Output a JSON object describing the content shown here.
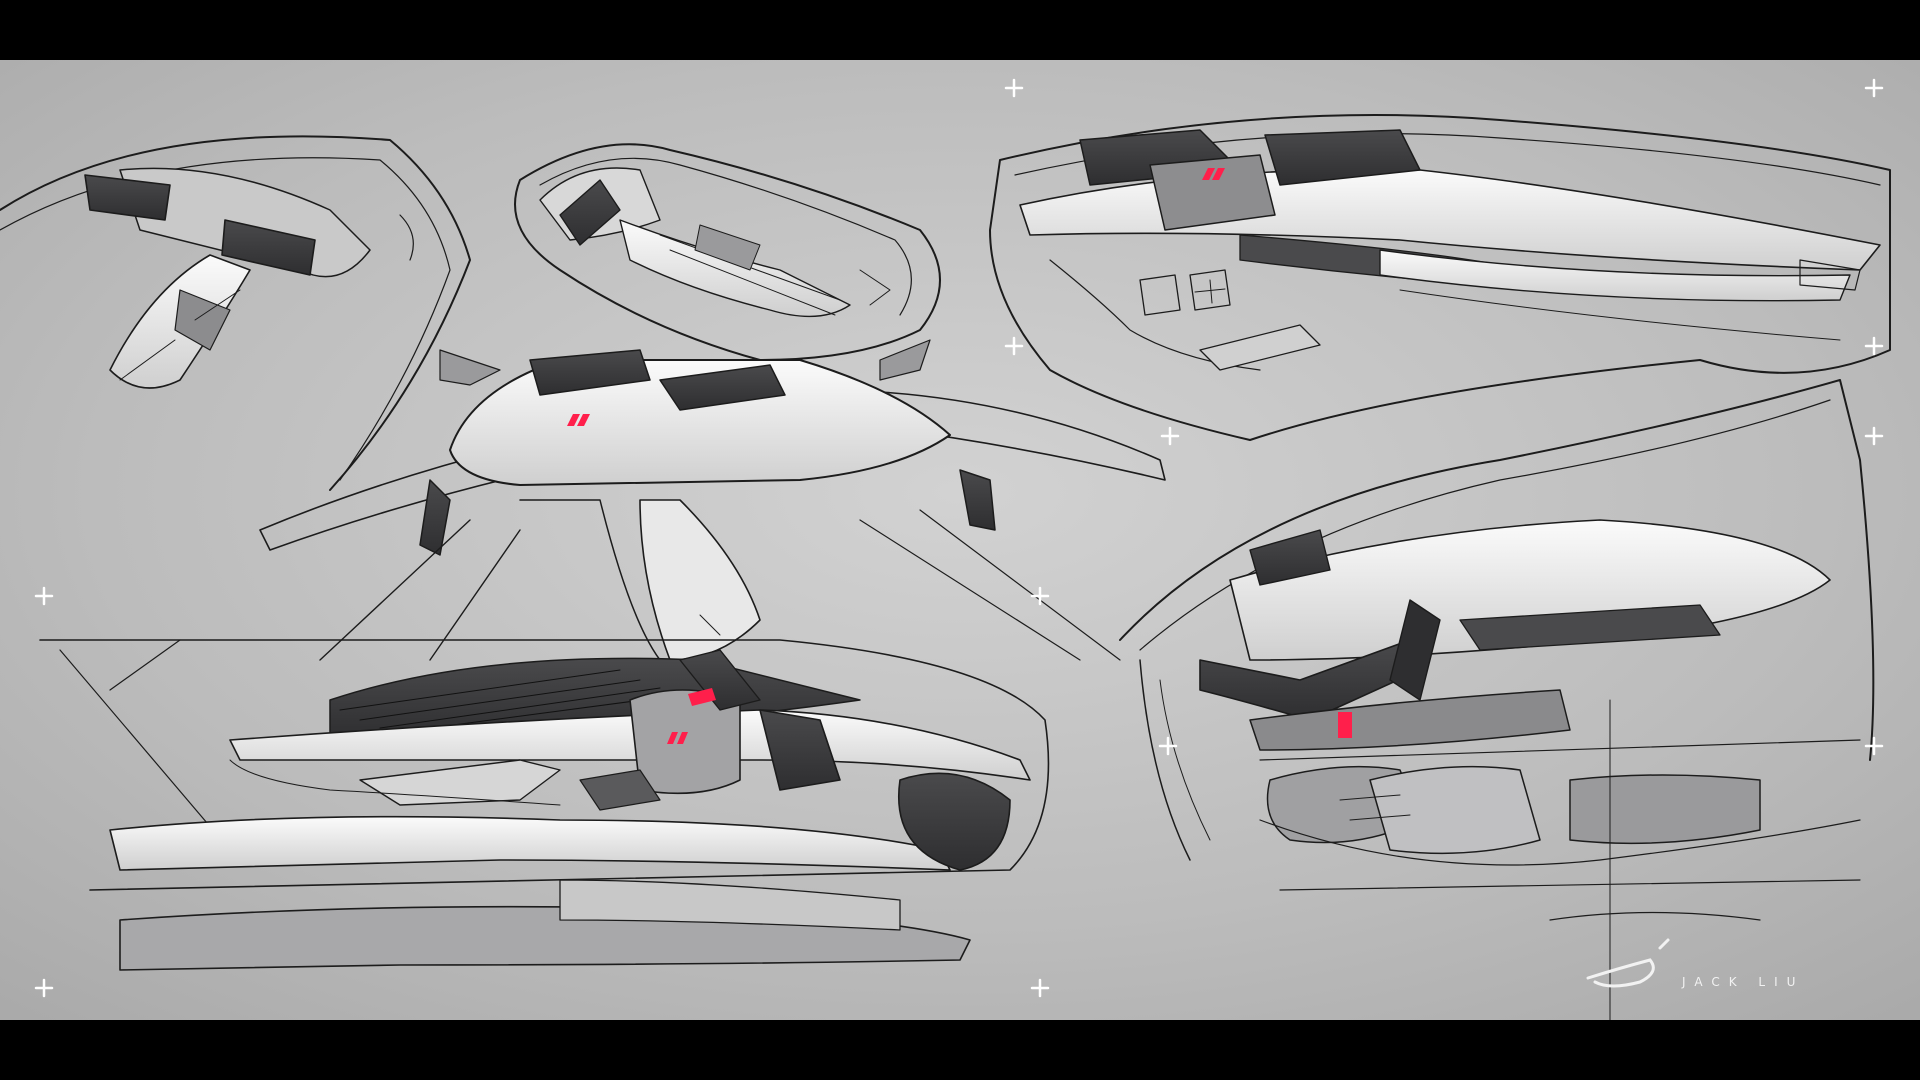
{
  "artwork": {
    "artist_signature": "JACK LIU"
  },
  "palette": {
    "background": "#b9b9b9",
    "background_light": "#cfcfcf",
    "ink": "#1c1c1c",
    "panel_light": "#ededed",
    "panel_dark": "#3c3c3e",
    "panel_mid": "#7d7d7f",
    "accent": "#ff1f4b",
    "letterbox": "#000000",
    "crosshair": "#ffffff"
  },
  "icons": [
    "crosshair-marker",
    "signature-logo-mark",
    "brand-mark"
  ]
}
